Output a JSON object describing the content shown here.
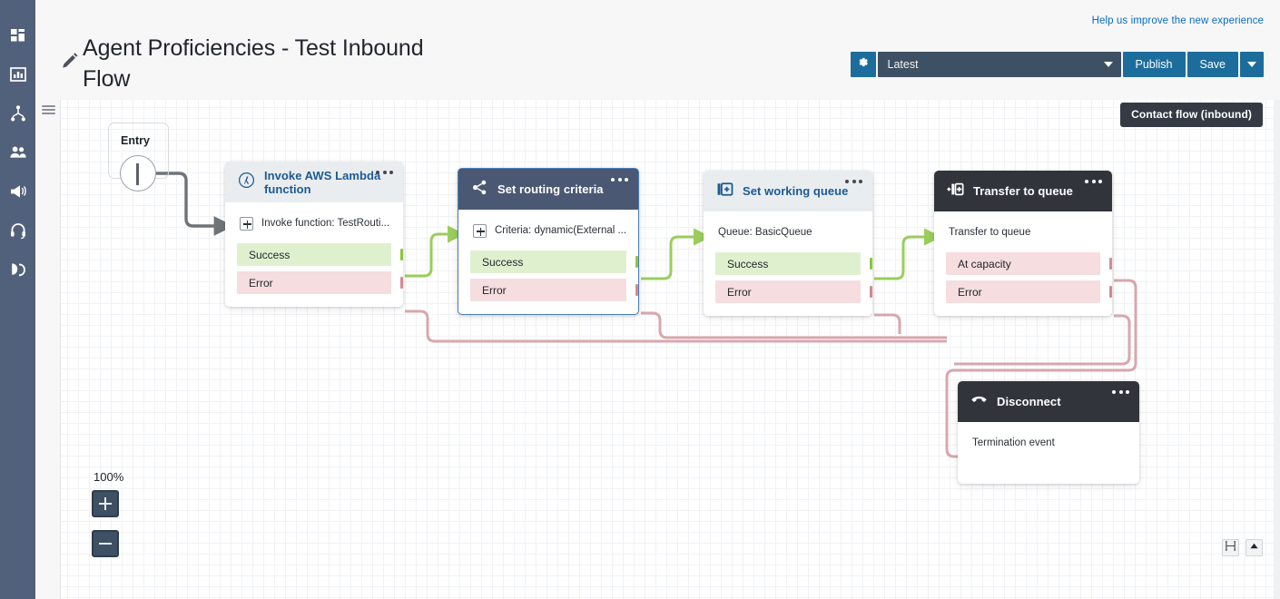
{
  "header": {
    "help_link": "Help us improve the new experience",
    "page_title": "Agent Proficiencies - Test Inbound Flow",
    "pencil_icon": "pencil-icon"
  },
  "toolbar": {
    "gear_icon": "gear-icon",
    "version_selected": "Latest",
    "version_caret_icon": "chevron-down-icon",
    "publish_label": "Publish",
    "save_label": "Save",
    "more_caret_icon": "chevron-down-icon"
  },
  "sidebar": {
    "items": [
      {
        "name": "sidebar-item-dashboard",
        "icon": "dashboard-grid-icon"
      },
      {
        "name": "sidebar-item-analytics",
        "icon": "bar-chart-icon"
      },
      {
        "name": "sidebar-item-routing",
        "icon": "flow-branch-icon"
      },
      {
        "name": "sidebar-item-users",
        "icon": "users-icon"
      },
      {
        "name": "sidebar-item-campaigns",
        "icon": "megaphone-icon"
      },
      {
        "name": "sidebar-item-agent",
        "icon": "headset-icon"
      },
      {
        "name": "sidebar-item-channels",
        "icon": "phone-icon"
      }
    ]
  },
  "canvas": {
    "flow_type_badge": "Contact flow (inbound)",
    "entry_label": "Entry",
    "zoom_level": "100%",
    "zoom_in_label": "+",
    "zoom_out_label": "−",
    "rail_handle_icon": "drag-handle-icon",
    "fit_icon": "fit-to-screen-icon",
    "collapse_icon": "collapse-up-icon"
  },
  "nodes": [
    {
      "id": "node-lambda",
      "title": "Invoke AWS Lambda function",
      "icon": "lambda-icon",
      "menu_icon": "more-options-icon",
      "param": "Invoke function: TestRouti...",
      "has_plus": true,
      "branches": [
        {
          "label": "Success",
          "type": "ok"
        },
        {
          "label": "Error",
          "type": "err"
        }
      ]
    },
    {
      "id": "node-routing",
      "title": "Set routing criteria",
      "icon": "share-branch-icon",
      "menu_icon": "more-options-icon",
      "param": "Criteria: dynamic(External ...",
      "has_plus": true,
      "branches": [
        {
          "label": "Success",
          "type": "ok"
        },
        {
          "label": "Error",
          "type": "err"
        }
      ]
    },
    {
      "id": "node-queue",
      "title": "Set working queue",
      "icon": "queue-plus-icon",
      "menu_icon": "more-options-icon",
      "param": "Queue: BasicQueue",
      "has_plus": false,
      "branches": [
        {
          "label": "Success",
          "type": "ok"
        },
        {
          "label": "Error",
          "type": "err"
        }
      ]
    },
    {
      "id": "node-transfer",
      "title": "Transfer to queue",
      "icon": "transfer-queue-icon",
      "menu_icon": "more-options-icon",
      "param": "Transfer to queue",
      "has_plus": false,
      "branches": [
        {
          "label": "At capacity",
          "type": "err"
        },
        {
          "label": "Error",
          "type": "err"
        }
      ]
    },
    {
      "id": "node-disconnect",
      "title": "Disconnect",
      "icon": "hangup-phone-icon",
      "menu_icon": "more-options-icon",
      "param": "Termination event",
      "has_plus": false,
      "branches": []
    }
  ],
  "colors": {
    "sidebar": "#52617b",
    "accent_blue": "#1c6d9c",
    "slate_header": "#4a5873",
    "dark_header": "#31353b",
    "success_green": "#dff0cf",
    "error_pink": "#f5dde0",
    "wire_green": "#9acd5b",
    "wire_pink": "#d8a7ad",
    "wire_gray": "#6f7479",
    "link_blue": "#0a6cbf"
  }
}
